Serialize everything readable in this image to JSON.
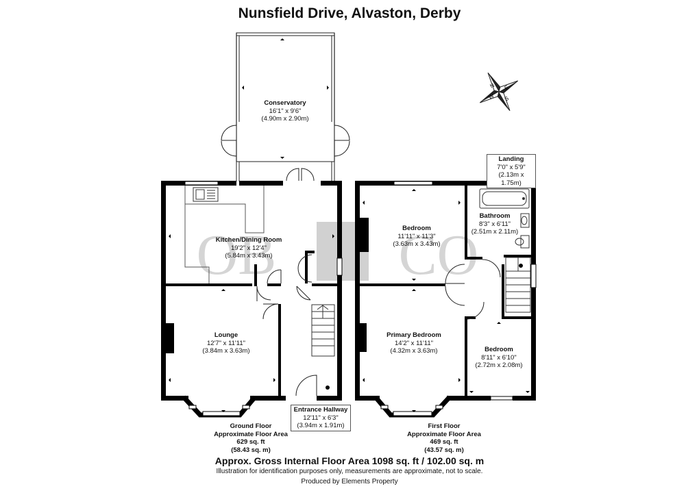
{
  "title": "Nunsfield Drive, Alvaston, Derby",
  "watermark": {
    "left": "OB",
    "right": "CO"
  },
  "compass": {
    "n": "N",
    "e": "E",
    "s": "S",
    "w": "W"
  },
  "rooms": {
    "conservatory": {
      "name": "Conservatory",
      "imperial": "16'1\" x 9'6\"",
      "metric": "(4.90m x 2.90m)"
    },
    "kitchen": {
      "name": "Kitchen/Dining Room",
      "imperial": "19'2\" x 12'4\"",
      "metric": "(5.84m x 3.43m)"
    },
    "lounge": {
      "name": "Lounge",
      "imperial": "12'7\" x 11'11\"",
      "metric": "(3.84m x 3.63m)"
    },
    "hallway": {
      "name": "Entrance Hallway",
      "imperial": "12'11\" x 6'3\"",
      "metric": "(3.94m x 1.91m)"
    },
    "landing": {
      "name": "Landing",
      "imperial": "7'0\" x 5'9\"",
      "metric": "(2.13m x 1.75m)"
    },
    "bedroom_rear": {
      "name": "Bedroom",
      "imperial": "11'11\" x 11'3\"",
      "metric": "(3.63m x 3.43m)"
    },
    "bathroom": {
      "name": "Bathroom",
      "imperial": "8'3\" x 6'11\"",
      "metric": "(2.51m x 2.11m)"
    },
    "primary_bedroom": {
      "name": "Primary Bedroom",
      "imperial": "14'2\" x 11'11\"",
      "metric": "(4.32m x 3.63m)"
    },
    "bedroom_small": {
      "name": "Bedroom",
      "imperial": "8'11\" x 6'10\"",
      "metric": "(2.72m x 2.08m)"
    }
  },
  "floors": {
    "ground": {
      "line1": "Ground Floor",
      "line2": "Approximate Floor Area",
      "sqft": "629 sq. ft",
      "sqm": "(58.43 sq. m)"
    },
    "first": {
      "line1": "First Floor",
      "line2": "Approximate Floor Area",
      "sqft": "469 sq. ft",
      "sqm": "(43.57 sq. m)"
    }
  },
  "footer": {
    "gross": "Approx. Gross Internal Floor Area 1098 sq. ft / 102.00 sq. m",
    "disclaimer": "Illustration for identification purposes only, measurements are approximate, not to scale.",
    "producer": "Produced by Elements Property"
  }
}
